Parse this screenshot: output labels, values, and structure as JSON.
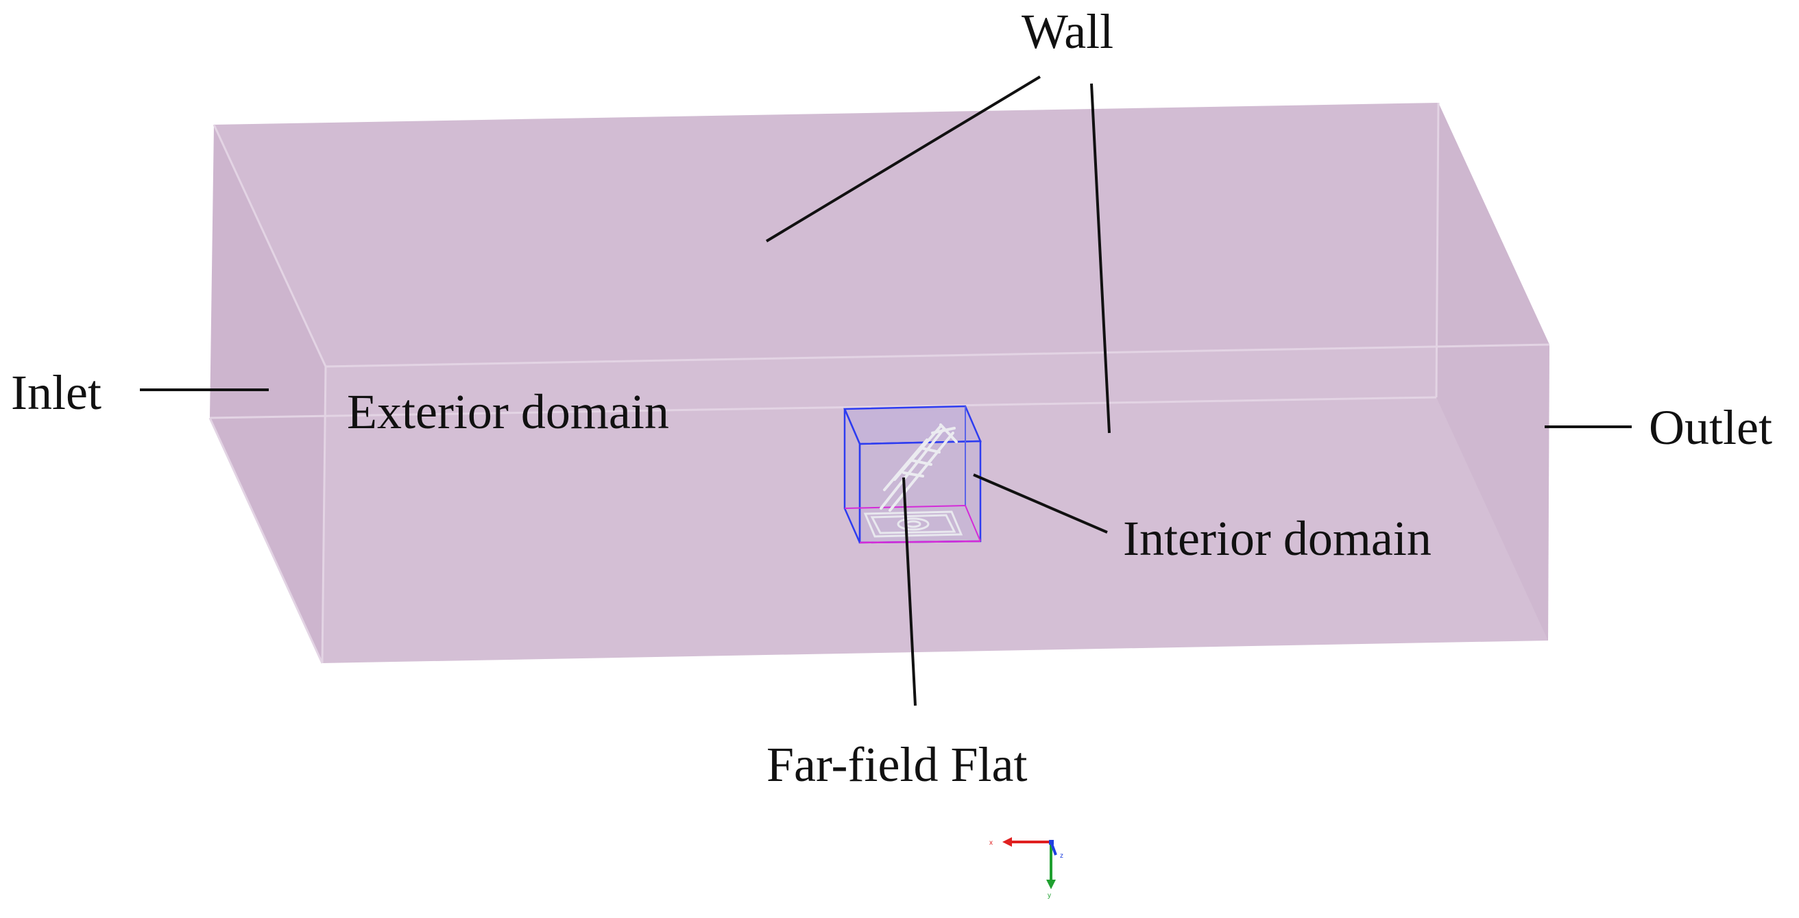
{
  "labels": {
    "wall": "Wall",
    "inlet": "Inlet",
    "exterior_domain": "Exterior domain",
    "outlet": "Outlet",
    "interior_domain": "Interior domain",
    "far_field_flat": "Far-field Flat"
  },
  "axis_triad": {
    "x": "x",
    "y": "y",
    "z": "z"
  },
  "colors": {
    "domain_fill": "#d1bbd2",
    "domain_edge": "#e3d3e3",
    "interior_box": "#2d3cf0",
    "interior_base": "#d42bd8",
    "leader_lines": "#111111",
    "axis_x": "#e02020",
    "axis_y": "#20a030",
    "axis_z": "#2040e0"
  }
}
